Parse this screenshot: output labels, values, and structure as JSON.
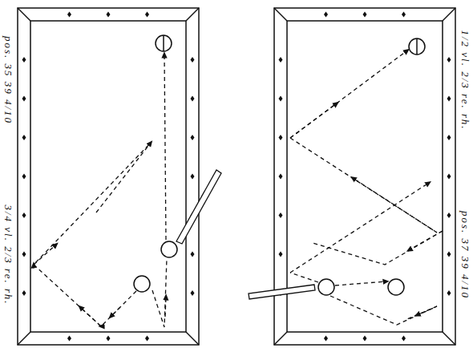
{
  "diagram": {
    "labels": [
      "pos. 35 39 4/10",
      "3/4 vl. 2/3 re. rh.",
      "1/2 vl. 2/3 re. rh.",
      "pos. 37 39 4/10"
    ]
  }
}
